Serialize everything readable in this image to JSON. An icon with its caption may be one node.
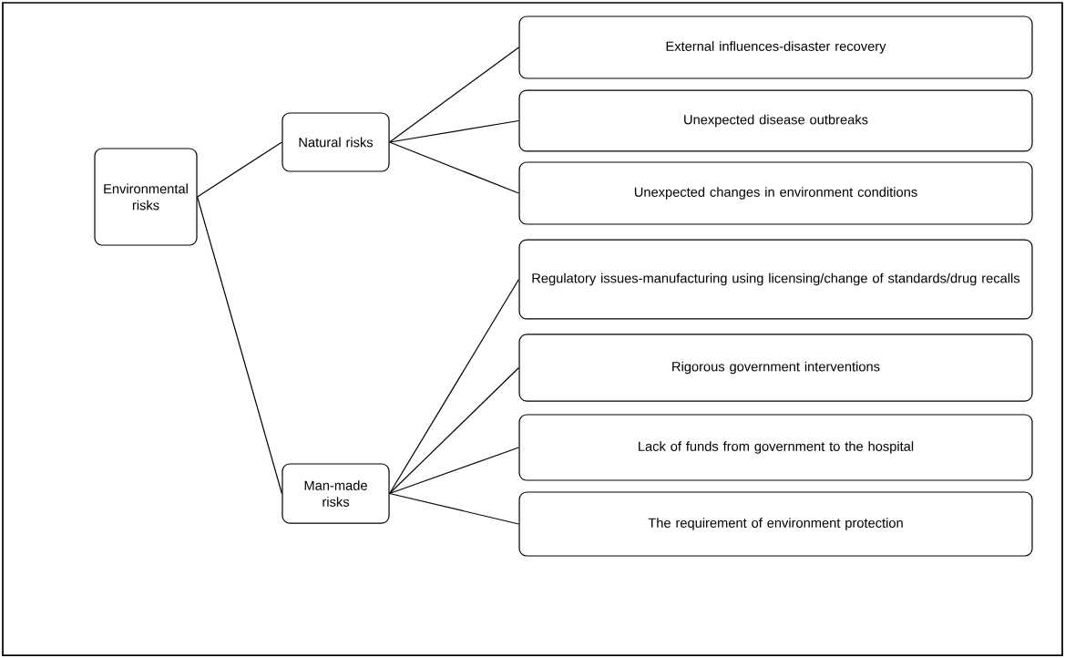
{
  "diagram": {
    "nodes": [
      {
        "text": [
          "Environmental risks"
        ]
      },
      {
        "text": [
          "Natural risks"
        ]
      },
      {
        "text": [
          "Man-made risks"
        ]
      },
      {
        "text": [
          "External influences-disaster recovery"
        ]
      },
      {
        "text": [
          "Unexpected disease outbreaks"
        ]
      },
      {
        "text": [
          "Unexpected changes in environment conditions"
        ]
      },
      {
        "text": [
          "Regulatory issues-manufacturing using licensing/change of standards/drug recalls"
        ]
      },
      {
        "text": [
          "Rigorous government interventions"
        ]
      },
      {
        "text": [
          "Lack of funds from government to the hospital"
        ]
      },
      {
        "text": [
          "The requirement of environment protection"
        ]
      }
    ],
    "edges": [
      {
        "from": 0,
        "to": 1,
        "arrow": "none"
      },
      {
        "from": 0,
        "to": 2,
        "arrow": "none"
      },
      {
        "from": 1,
        "to": 3,
        "arrow": "none"
      },
      {
        "from": 1,
        "to": 4,
        "arrow": "none"
      },
      {
        "from": 1,
        "to": 5,
        "arrow": "none"
      },
      {
        "from": 2,
        "to": 6,
        "arrow": "none"
      },
      {
        "from": 2,
        "to": 7,
        "arrow": "none"
      },
      {
        "from": 2,
        "to": 8,
        "arrow": "none"
      },
      {
        "from": 2,
        "to": 9,
        "arrow": "none"
      }
    ]
  }
}
